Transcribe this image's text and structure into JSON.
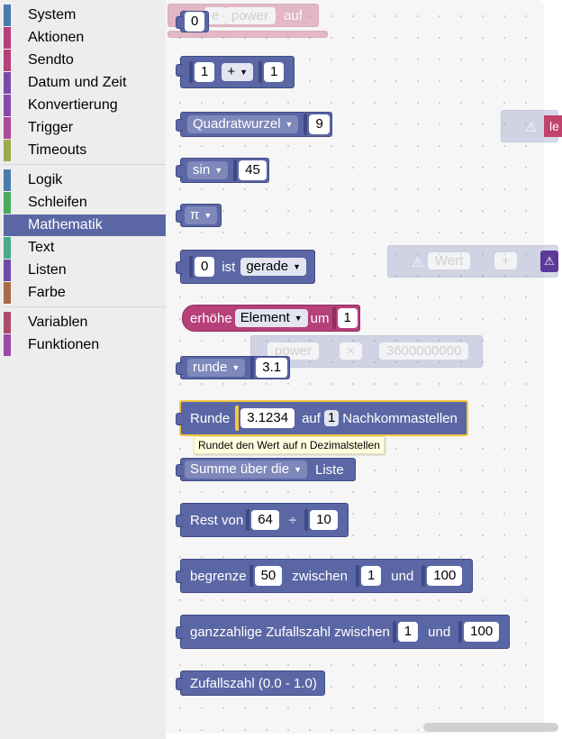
{
  "toolbox": {
    "categories": [
      {
        "label": "System",
        "color": "#4a7bab"
      },
      {
        "label": "Aktionen",
        "color": "#b5407a"
      },
      {
        "label": "Sendto",
        "color": "#b5407a"
      },
      {
        "label": "Datum und Zeit",
        "color": "#7a4aab"
      },
      {
        "label": "Konvertierung",
        "color": "#8a4aab"
      },
      {
        "label": "Trigger",
        "color": "#ab4a9a"
      },
      {
        "label": "Timeouts",
        "color": "#9aab4a"
      },
      {
        "label": "Logik",
        "color": "#4a7bab"
      },
      {
        "label": "Schleifen",
        "color": "#4aab5a"
      },
      {
        "label": "Mathematik",
        "color": "#5b67a5"
      },
      {
        "label": "Text",
        "color": "#4aab8a"
      },
      {
        "label": "Listen",
        "color": "#6a4aab"
      },
      {
        "label": "Farbe",
        "color": "#ab6a4a"
      },
      {
        "label": "Variablen",
        "color": "#ab4a6a"
      },
      {
        "label": "Funktionen",
        "color": "#9a4aab"
      }
    ],
    "selected": "Mathematik"
  },
  "blocks": {
    "number": {
      "value": "0"
    },
    "arith": {
      "a": "1",
      "op": "+",
      "b": "1"
    },
    "sqrt": {
      "op": "Quadratwurzel",
      "value": "9"
    },
    "trig": {
      "op": "sin",
      "value": "45"
    },
    "const": {
      "op": "π"
    },
    "even": {
      "value": "0",
      "label": "ist",
      "op": "gerade"
    },
    "change": {
      "label": "erhöhe",
      "var": "Element",
      "by": "um",
      "value": "1"
    },
    "round": {
      "op": "runde",
      "value": "3.1"
    },
    "round_dec": {
      "label": "Runde",
      "value": "3.1234",
      "auf": "auf",
      "n": "1",
      "suffix": "Nachkommastellen"
    },
    "sum": {
      "label": "Summe über die",
      "suffix": "Liste"
    },
    "mod": {
      "label": "Rest von",
      "a": "64",
      "op": "÷",
      "b": "10"
    },
    "constrain": {
      "label": "begrenze",
      "value": "50",
      "between": "zwischen",
      "low": "1",
      "and": "und",
      "high": "100"
    },
    "randint": {
      "label": "ganzzahlige Zufallszahl zwischen",
      "low": "1",
      "and": "und",
      "high": "100"
    },
    "randfloat": {
      "label": "Zufallszahl (0.0 - 1.0)"
    }
  },
  "ghosts": {
    "power_top": {
      "a": "e",
      "op": "power",
      "b": "auf"
    },
    "power_mid": {
      "op": "power",
      "mult": "×",
      "value": "3600000000"
    },
    "wert": {
      "op": "Wert",
      "plus": "+"
    },
    "right_fragment": "le"
  },
  "tooltip": "Rundet den Wert auf n Dezimalstellen"
}
